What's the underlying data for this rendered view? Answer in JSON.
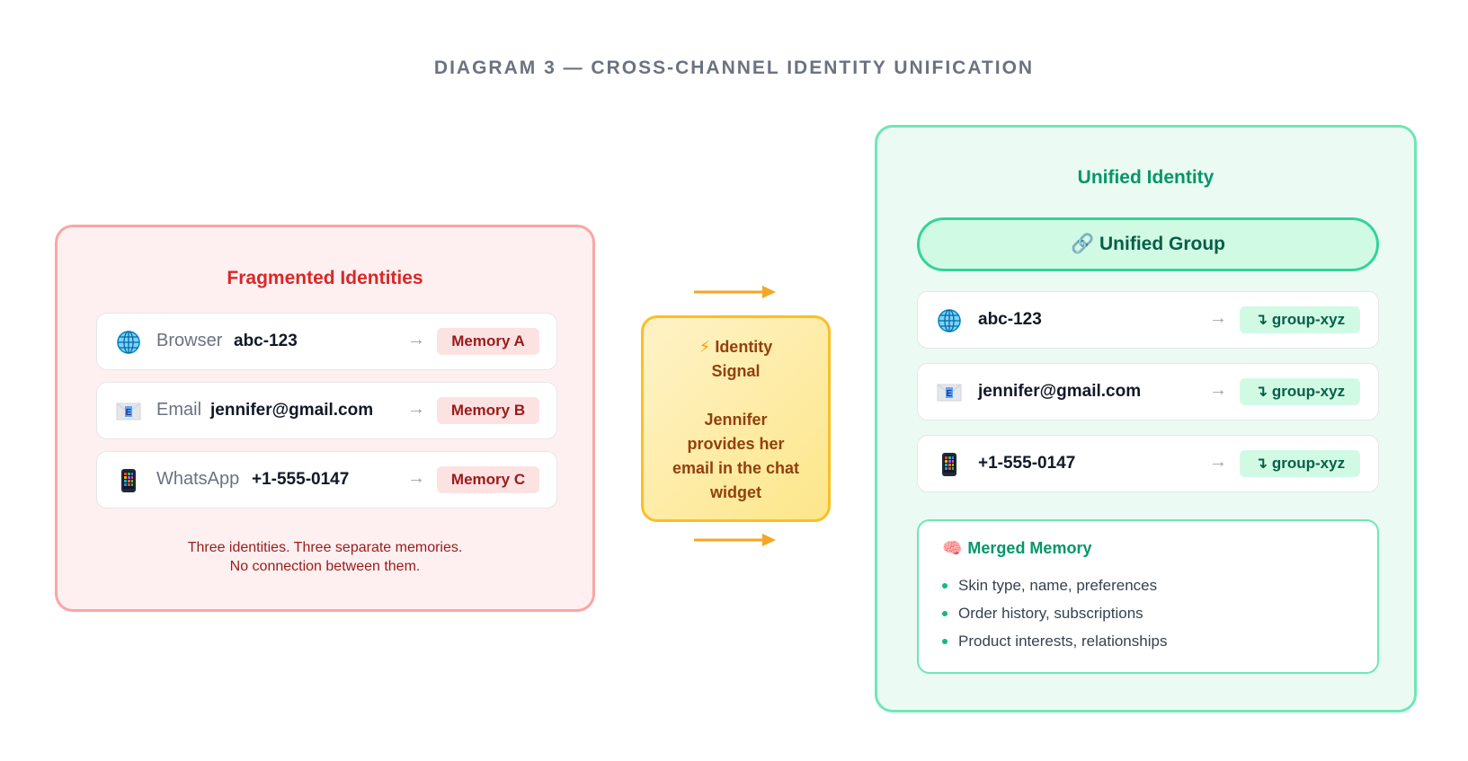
{
  "title": "DIAGRAM 3 — CROSS-CHANNEL IDENTITY UNIFICATION",
  "fragmented": {
    "heading": "Fragmented Identities",
    "rows": [
      {
        "icon": "globe-icon",
        "channel": "Browser",
        "value": "abc-123",
        "arrow": "→",
        "memory": "Memory A"
      },
      {
        "icon": "envelope-icon",
        "channel": "Email",
        "value": "jennifer@gmail.com",
        "arrow": "→",
        "memory": "Memory B"
      },
      {
        "icon": "mobile-phone-icon",
        "channel": "WhatsApp",
        "value": "+1-555-0147",
        "arrow": "→",
        "memory": "Memory C"
      }
    ],
    "note_line1": "Three identities. Three separate memories.",
    "note_line2": "No connection between them."
  },
  "signal": {
    "icon": "⚡",
    "title_line1": "Identity",
    "title_line2": "Signal",
    "desc_lines": [
      "Jennifer",
      "provides her",
      "email in the chat",
      "widget"
    ]
  },
  "unified": {
    "heading": "Unified Identity",
    "group_icon": "🔗",
    "group_label": "Unified Group",
    "rows": [
      {
        "icon": "globe-icon",
        "value": "abc-123",
        "arrow": "→",
        "group": "↴ group-xyz"
      },
      {
        "icon": "envelope-icon",
        "value": "jennifer@gmail.com",
        "arrow": "→",
        "group": "↴ group-xyz"
      },
      {
        "icon": "mobile-phone-icon",
        "value": "+1-555-0147",
        "arrow": "→",
        "group": "↴ group-xyz"
      }
    ],
    "merged": {
      "icon": "🧠",
      "title": "Merged Memory",
      "items": [
        "Skin type, name, preferences",
        "Order history, subscriptions",
        "Product interests, relationships"
      ]
    }
  },
  "colors": {
    "frag_accent": "#dc2626",
    "unified_accent": "#059669",
    "signal_accent": "#f59e0b"
  }
}
